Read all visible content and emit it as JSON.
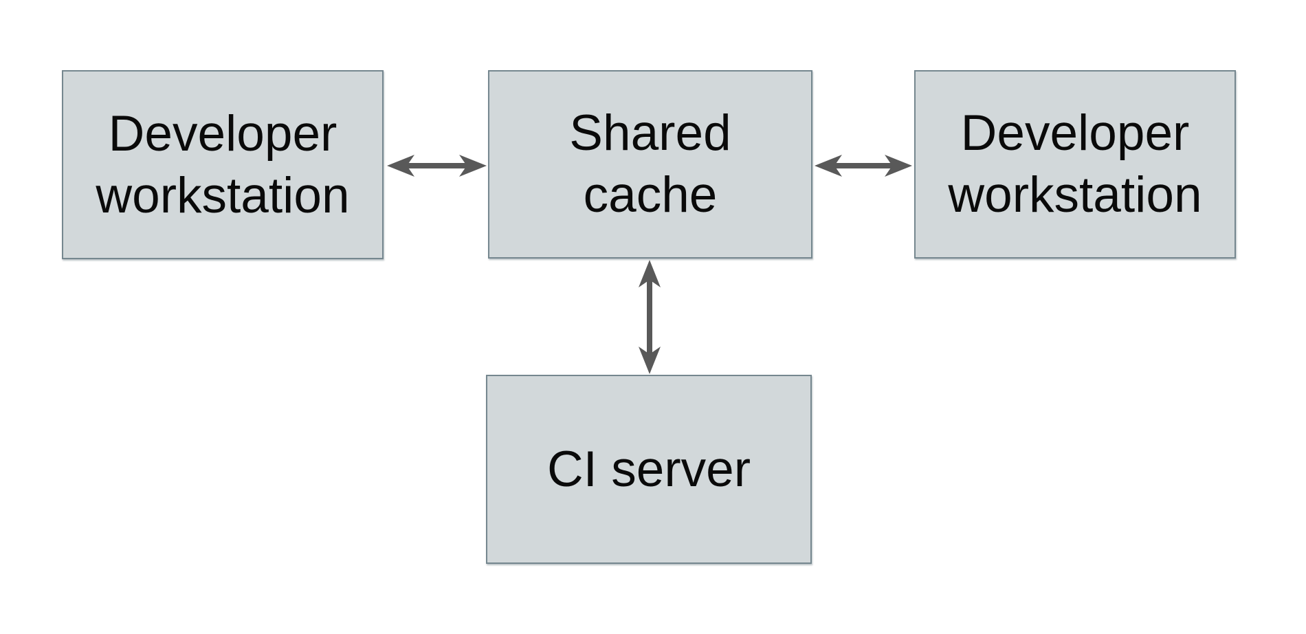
{
  "diagram": {
    "type": "architecture-diagram",
    "nodes": [
      {
        "id": "developer-workstation-left",
        "lines": [
          "Developer",
          "workstation"
        ]
      },
      {
        "id": "shared-cache",
        "lines": [
          "Shared",
          "cache"
        ]
      },
      {
        "id": "developer-workstation-right",
        "lines": [
          "Developer",
          "workstation"
        ]
      },
      {
        "id": "ci-server",
        "lines": [
          "CI server"
        ]
      }
    ],
    "edges": [
      {
        "from": "developer-workstation-left",
        "to": "shared-cache",
        "direction": "bidirectional",
        "orientation": "horizontal"
      },
      {
        "from": "shared-cache",
        "to": "developer-workstation-right",
        "direction": "bidirectional",
        "orientation": "horizontal"
      },
      {
        "from": "shared-cache",
        "to": "ci-server",
        "direction": "bidirectional",
        "orientation": "vertical"
      }
    ],
    "colors": {
      "background": "#ffffff",
      "node_fill": "#d2d8da",
      "node_border": "#75878f",
      "arrow": "#595959",
      "text": "#0a0a0a"
    }
  }
}
